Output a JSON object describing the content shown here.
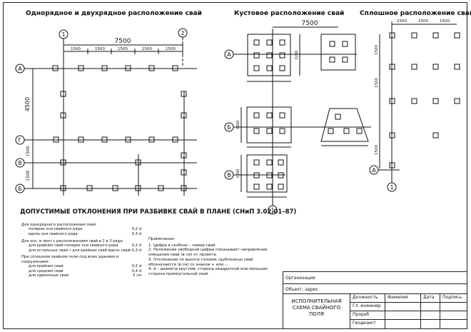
{
  "headers": {
    "left": "Однорядное и двухрядное расположение свай",
    "middle": "Кустовое расположение свай",
    "right": "Сплошное расположение свай"
  },
  "axes": {
    "num1": "1",
    "num2": "2",
    "A": "А",
    "G": "Г",
    "V": "В",
    "B": "Б"
  },
  "dims": {
    "left_top_total": "7500",
    "left_top_segs": [
      "1500",
      "1500",
      "1500",
      "1500",
      "1500"
    ],
    "left_v1": "4500",
    "left_v2": "1500",
    "left_v3": "1500",
    "mid_top": "7500",
    "mid_a": "2200",
    "mid_b": "1600",
    "mid_c": "2200",
    "right_segs": [
      "1500",
      "1500",
      "1500"
    ],
    "right_v": [
      "1500",
      "1500",
      "1500"
    ]
  },
  "tolerances": {
    "title": "ДОПУСТИМЫЕ ОТКЛОНЕНИЯ ПРИ РАЗБИВКЕ СВАЙ В ПЛАНЕ (СНиП 3.02.01–87)",
    "g1_head": "Для однорядного расположения свай:",
    "g1_r1_label": "поперек оси свайного ряда",
    "g1_r1_val": "0,2 d",
    "g1_r2_label": "вдоль оси свайного ряда",
    "g1_r2_val": "0,3 d",
    "g2_head": "Для осн. и лент с расположением свай в 2 в 3 ряда:",
    "g2_sub": "для крайних свай поперек оси свайного ряда",
    "g2_r1_val": "0,2 d",
    "g2_r2_label": "для остальных свай • для крайних свай вдоль свайного ряда",
    "g2_r2_val": "0,3 d",
    "g3_head": "При сплошном свайном поле под всем зданием и сооружением:",
    "g3_r1_label": "для крайних свай",
    "g3_r1_val": "0,2 d",
    "g3_r2_label": "для средних свай",
    "g3_r2_val": "0,4 d",
    "g3_r3_label": "для одиночных свай",
    "g3_r3_val": "5 см"
  },
  "notes": {
    "head": "Примечания:",
    "n1": "1. Цифра в скобках – номер свай.",
    "n2": "2. Положение свободной цифры показывает направление смещения свай (в см) от проекта.",
    "n3": "3. Отклонение по высоте головок срубленных свай обозначается (в см) со знаком + или –.",
    "n4": "4. d – диаметр круглой, сторона квадратной или меньшая сторона прямоугольной свай."
  },
  "titleblock": {
    "org": "Организация",
    "object": "Объект, адрес",
    "title": "ИСПОЛНИТЕЛЬНАЯ СХЕМА СВАЙНОГО ПОЛЯ",
    "col_position": "Должность",
    "col_surname": "Фамилия",
    "col_date": "Дата",
    "col_sign": "Подпись",
    "row1": "Гл. инженер",
    "row2": "Прораб",
    "row3": "Геодезист"
  }
}
